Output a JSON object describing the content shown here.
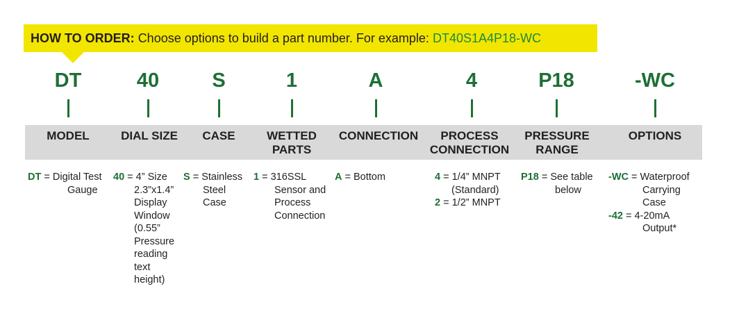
{
  "banner": {
    "label": "HOW TO ORDER:",
    "text": "Choose options to build a part number. For example:",
    "example": "DT40S1A4P18-WC"
  },
  "codes": [
    "DT",
    "40",
    "S",
    "1",
    "A",
    "4",
    "P18",
    "-WC"
  ],
  "headers": {
    "model": "MODEL",
    "dial_size": "DIAL SIZE",
    "case": "CASE",
    "wetted_1": "WETTED",
    "wetted_2": "PARTS",
    "connection": "CONNECTION",
    "process_1": "PROCESS",
    "process_2": "CONNECTION",
    "pressure_1": "PRESSURE",
    "pressure_2": "RANGE",
    "options": "OPTIONS"
  },
  "descriptions": {
    "model": {
      "key": "DT",
      "l1": "= Digital Test",
      "l2": "Gauge"
    },
    "dial": {
      "key": "40",
      "l1": "= 4” Size",
      "rest": [
        "2.3”x1.4”",
        "Display",
        "Window",
        "(0.55”",
        "Pressure",
        "reading",
        "text",
        "height)"
      ]
    },
    "case": {
      "key": "S",
      "l1": "= Stainless",
      "rest": [
        "Steel",
        "Case"
      ]
    },
    "wetted": {
      "key": "1",
      "l1": "= 316SSL",
      "rest": [
        "Sensor and",
        "Process",
        "Connection"
      ]
    },
    "connection": {
      "key": "A",
      "l1": "= Bottom"
    },
    "process": [
      {
        "key": "4",
        "l1": "= 1/4” MNPT",
        "l2": "(Standard)"
      },
      {
        "key": "2",
        "l1": "= 1/2” MNPT"
      }
    ],
    "pressure": {
      "key": "P18",
      "l1": "= See table",
      "l2": "below"
    },
    "options": [
      {
        "key": "-WC",
        "l1": "= Waterproof",
        "rest": [
          "Carrying",
          "Case"
        ]
      },
      {
        "key": "-42",
        "l1": "= 4-20mA",
        "rest": [
          "Output*"
        ]
      }
    ]
  }
}
